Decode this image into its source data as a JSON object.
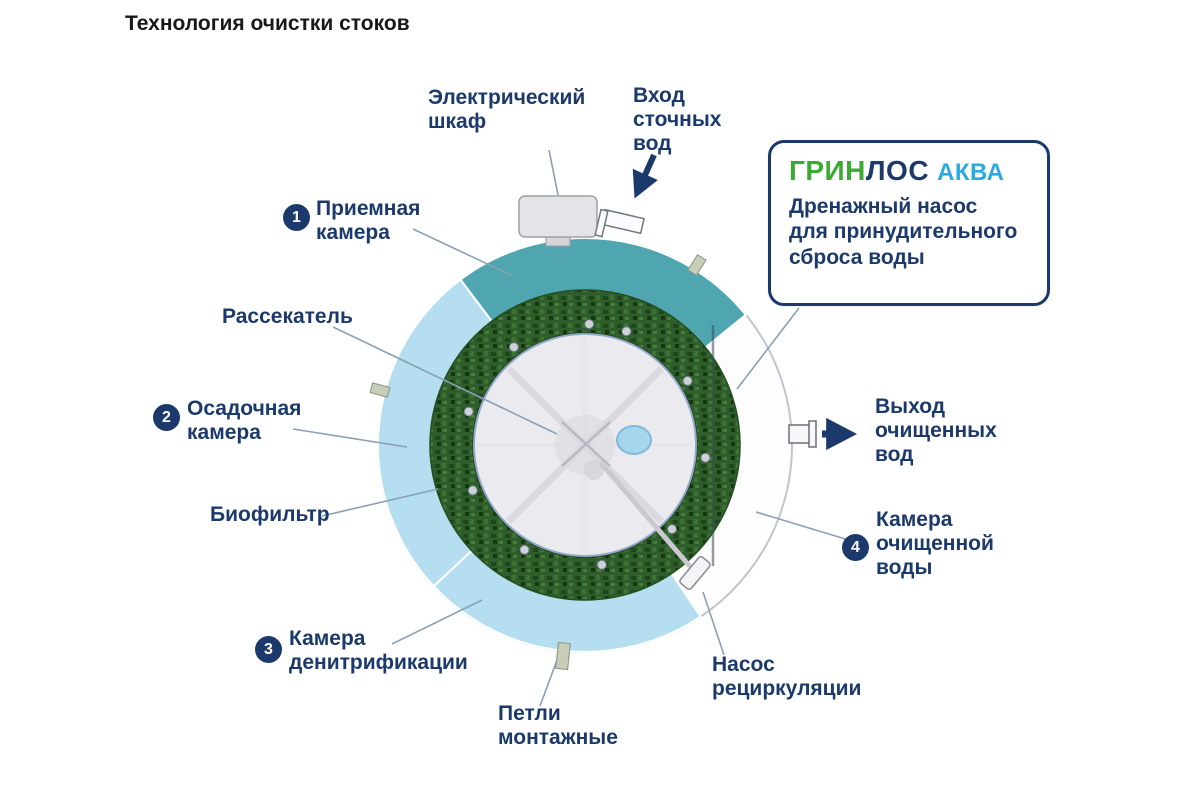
{
  "title": "Технология очистки стоков",
  "diagram": {
    "labels": {
      "electrical_cabinet": "Электрический\nшкаф",
      "inlet": "Вход\nсточных\nвод",
      "diffuser": "Рассекатель",
      "biofilter": "Биофильтр",
      "mounting_loops": "Петли\nмонтажные",
      "recirculation_pump": "Насос\nрециркуляции",
      "outlet": "Выход\nочищенных\nвод"
    },
    "chambers": [
      {
        "number": "1",
        "label": "Приемная\nкамера"
      },
      {
        "number": "2",
        "label": "Осадочная\nкамера"
      },
      {
        "number": "3",
        "label": "Камера\nденитрификации"
      },
      {
        "number": "4",
        "label": "Камера\nочищенной\nводы"
      }
    ],
    "icons": {
      "inlet_arrow": "arrow-down-icon",
      "outlet_arrow": "arrow-right-icon"
    }
  },
  "callout": {
    "brand_part1": "ГРИН",
    "brand_part2": "ЛОС",
    "brand_suffix": "АКВА",
    "description": "Дренажный насос\nдля принудительного\nсброса воды"
  },
  "colors": {
    "label_text": "#1b3a6b",
    "badge_background": "#1b3a6b",
    "teal_segment": "#4fa6b0",
    "light_blue_segment": "#b5dff0",
    "biofilter_green": "#2f5d2b",
    "inner_lid_gray": "#ebebef",
    "center_ellipse_blue": "#a6d6ec",
    "brand_green": "#3aaa35",
    "brand_navy": "#1b3a6b",
    "brand_aqua": "#29abe2",
    "arrow": "#1b3a6b",
    "leader_line": "#8aa0b4"
  }
}
